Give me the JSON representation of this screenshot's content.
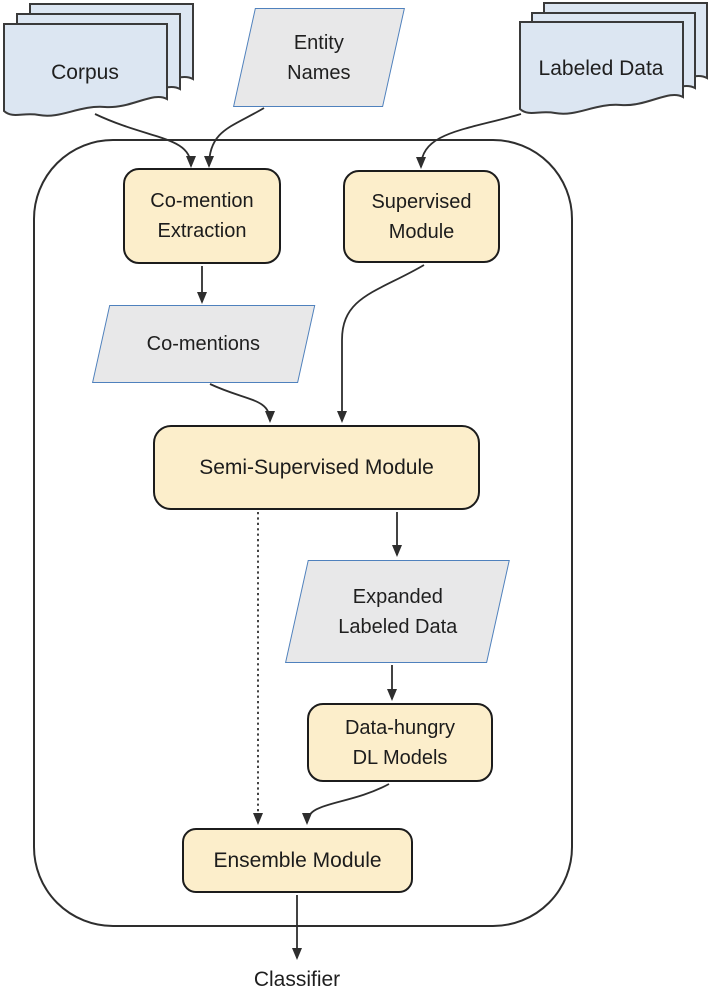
{
  "figure": {
    "type": "flowchart",
    "nodes": {
      "corpus": {
        "label": "Corpus",
        "shape": "document-stack"
      },
      "entity_names": {
        "label": "Entity Names",
        "shape": "parallelogram"
      },
      "labeled_data": {
        "label": "Labeled Data",
        "shape": "document-stack"
      },
      "co_mention_extraction": {
        "label": "Co-mention Extraction",
        "shape": "rounded-box"
      },
      "supervised_module": {
        "label": "Supervised Module",
        "shape": "rounded-box"
      },
      "co_mentions": {
        "label": "Co-mentions",
        "shape": "parallelogram"
      },
      "semi_supervised_module": {
        "label": "Semi-Supervised Module",
        "shape": "rounded-box"
      },
      "expanded_labeled_data": {
        "label": "Expanded Labeled Data",
        "shape": "parallelogram"
      },
      "data_hungry_dl_models": {
        "label": "Data-hungry DL Models",
        "shape": "rounded-box"
      },
      "ensemble_module": {
        "label": "Ensemble Module",
        "shape": "rounded-box"
      },
      "classifier": {
        "label": "Classifier",
        "shape": "text"
      }
    },
    "edges": [
      {
        "from": "corpus",
        "to": "co_mention_extraction",
        "style": "solid-arrow"
      },
      {
        "from": "entity_names",
        "to": "co_mention_extraction",
        "style": "solid-arrow"
      },
      {
        "from": "labeled_data",
        "to": "supervised_module",
        "style": "solid-arrow"
      },
      {
        "from": "co_mention_extraction",
        "to": "co_mentions",
        "style": "solid-arrow"
      },
      {
        "from": "supervised_module",
        "to": "semi_supervised_module",
        "style": "solid-arrow"
      },
      {
        "from": "co_mentions",
        "to": "semi_supervised_module",
        "style": "solid-arrow"
      },
      {
        "from": "semi_supervised_module",
        "to": "expanded_labeled_data",
        "style": "solid-arrow"
      },
      {
        "from": "expanded_labeled_data",
        "to": "data_hungry_dl_models",
        "style": "solid-arrow"
      },
      {
        "from": "data_hungry_dl_models",
        "to": "ensemble_module",
        "style": "solid-arrow"
      },
      {
        "from": "semi_supervised_module",
        "to": "ensemble_module",
        "style": "dotted-arrow"
      },
      {
        "from": "ensemble_module",
        "to": "classifier",
        "style": "solid-arrow"
      }
    ],
    "colors": {
      "process_fill": "#fceecb",
      "process_border": "#1c1c1c",
      "document_fill": "#dce6f2",
      "document_border": "#3a3a3a",
      "data_fill": "#e8e8e9",
      "data_border": "#4f81bd",
      "connector": "#2e2e2e",
      "background": "#ffffff"
    }
  }
}
